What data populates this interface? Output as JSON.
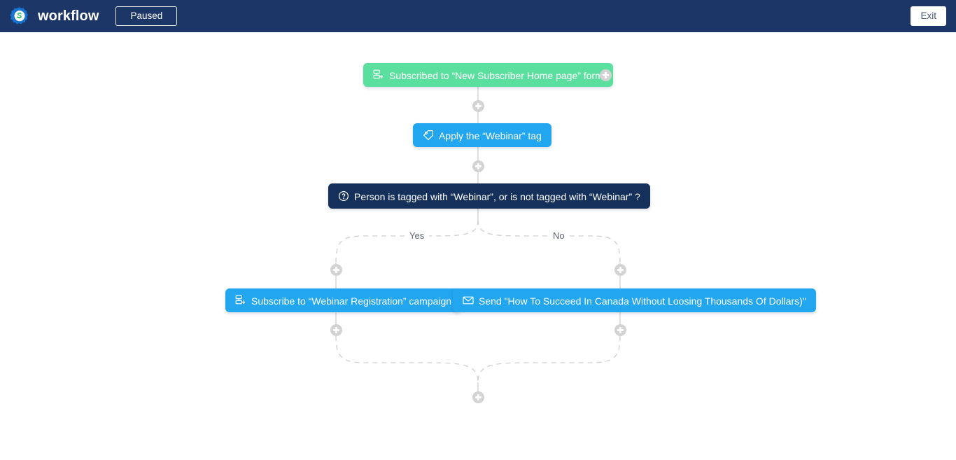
{
  "header": {
    "logo_icon": "gear-s-logo-icon",
    "title": "workflow",
    "status": "Paused",
    "exit_label": "Exit"
  },
  "colors": {
    "header_bg": "#1c3667",
    "canvas_bg": "#ffffff",
    "trigger_green": "#5bdf9f",
    "action_blue": "#23a6f0",
    "condition_navy": "#16305c",
    "edge_gray": "#cfcfcf",
    "plus_gray": "#d3d3d3",
    "branch_label": "#5c6170"
  },
  "workflow": {
    "nodes": [
      {
        "id": "trigger",
        "kind": "trigger",
        "icon": "form-subscribe-icon",
        "label": "Subscribed to “New Subscriber Home page” form"
      },
      {
        "id": "apply-tag",
        "kind": "action",
        "icon": "tag-icon",
        "label": "Apply the “Webinar” tag"
      },
      {
        "id": "condition",
        "kind": "condition",
        "icon": "question-circle-icon",
        "label": "Person is tagged with “Webinar”, or is not tagged with “Webinar” ?"
      },
      {
        "id": "yes-branch-action",
        "kind": "action",
        "icon": "form-subscribe-icon",
        "label": "Subscribe to “Webinar Registration” campaign"
      },
      {
        "id": "no-branch-action",
        "kind": "action",
        "icon": "envelope-icon",
        "label": "Send \"How To Succeed In Canada Without Loosing Thousands Of Dollars)\""
      }
    ],
    "branch_labels": {
      "yes": "Yes",
      "no": "No"
    },
    "add_handles": [
      {
        "id": "add-after-trigger-right",
        "title": "Add step"
      },
      {
        "id": "add-between-trigger-and-tag",
        "title": "Add step"
      },
      {
        "id": "add-between-tag-and-condition",
        "title": "Add step"
      },
      {
        "id": "add-yes-top",
        "title": "Add step"
      },
      {
        "id": "add-no-top",
        "title": "Add step"
      },
      {
        "id": "add-yes-bottom",
        "title": "Add step"
      },
      {
        "id": "add-no-bottom",
        "title": "Add step"
      },
      {
        "id": "add-after-merge",
        "title": "Add step"
      }
    ]
  }
}
